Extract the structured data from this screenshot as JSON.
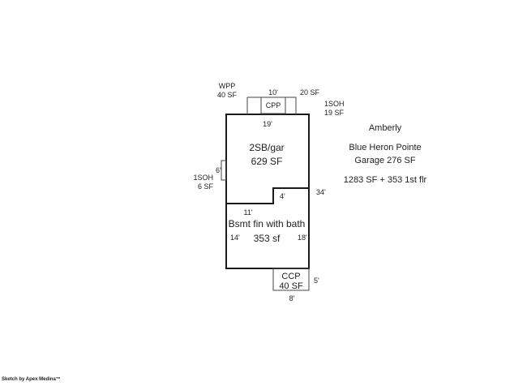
{
  "sketch": {
    "main_area_label": "2SB/gar",
    "main_area_sf": "629 SF",
    "lower_area_label": "Bsmt fin with bath",
    "lower_area_sf": "353 sf",
    "cpp_label": "CPP",
    "cpp_width": "10'",
    "wpp_label": "WPP",
    "wpp_sf": "40 SF",
    "top_right_sf": "20 SF",
    "top_right_label": "1SOH",
    "top_right_sf2": "19 SF",
    "left_side_label": "1SOH",
    "left_side_sf": "6 SF",
    "left_side_dim": "6'",
    "top_width": "19'",
    "right_height": "34'",
    "notch_depth": "4'",
    "notch_width": "11'",
    "lower_left_dim": "14'",
    "lower_right_dim": "18'",
    "ccp_label": "CCP",
    "ccp_sf": "40 SF",
    "ccp_side_dim": "5'",
    "ccp_width": "8'"
  },
  "notes": {
    "line1": "Amberly",
    "line2": "Blue Heron Pointe",
    "line3": "Garage 276 SF",
    "line4": "1283 SF + 353 1st flr"
  },
  "credit": "Sketch by Apex Medina™"
}
